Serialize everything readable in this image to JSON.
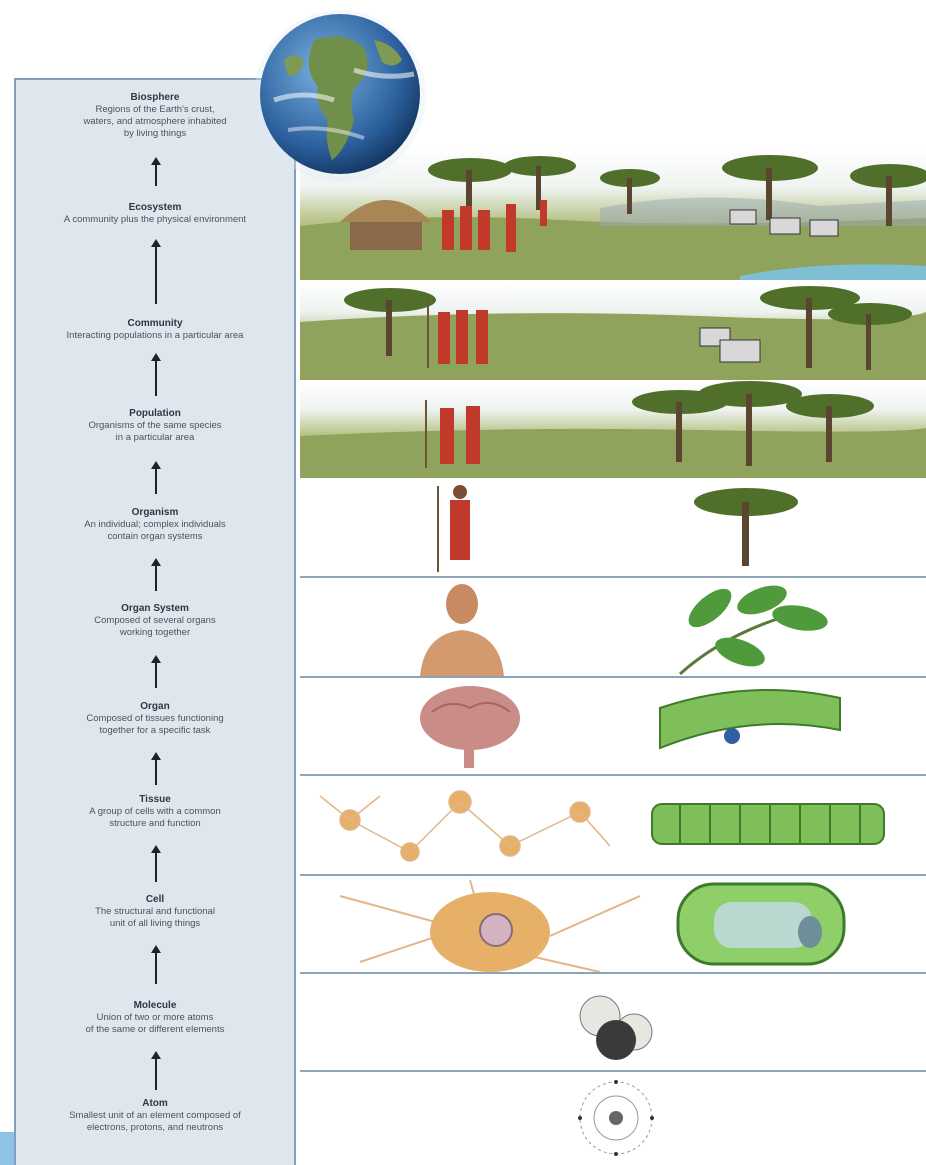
{
  "levels": [
    {
      "name": "Biosphere",
      "description": "Regions of the Earth's crust,\nwaters, and atmosphere inhabited\nby living things"
    },
    {
      "name": "Ecosystem",
      "description": "A community plus the physical environment"
    },
    {
      "name": "Community",
      "description": "Interacting populations in a particular area"
    },
    {
      "name": "Population",
      "description": "Organisms of the same species\nin a particular area"
    },
    {
      "name": "Organism",
      "description": "An individual; complex individuals\ncontain organ systems"
    },
    {
      "name": "Organ System",
      "description": "Composed of several organs\nworking together"
    },
    {
      "name": "Organ",
      "description": "Composed of tissues functioning\ntogether for a specific task"
    },
    {
      "name": "Tissue",
      "description": "A group of cells with a common\nstructure and function"
    },
    {
      "name": "Cell",
      "description": "The structural and functional\nunit of all living things"
    },
    {
      "name": "Molecule",
      "description": "Union of two or more atoms\nof the same or different elements"
    },
    {
      "name": "Atom",
      "description": "Smallest unit of an element composed of\nelectrons, protons, and neutrons"
    }
  ],
  "colors": {
    "panel_background": "#dfe7ee",
    "panel_border": "#7fa1bd",
    "grass": "#8fa35c",
    "robe_red": "#c0392b",
    "leaf_green": "#4f9a3a",
    "cell_tan": "#e7b069"
  },
  "illustrations": [
    "earth-globe-icon",
    "ecosystem-scene",
    "community-scene",
    "population-scene",
    "human-figure-icon",
    "acacia-tree-icon",
    "human-torso-icon",
    "leaf-branch-icon",
    "brain-icon",
    "leaf-cross-section-icon",
    "neurons-icon",
    "plant-tissue-icon",
    "nerve-cell-icon",
    "plant-cell-icon",
    "water-molecule-icon",
    "atom-icon"
  ]
}
